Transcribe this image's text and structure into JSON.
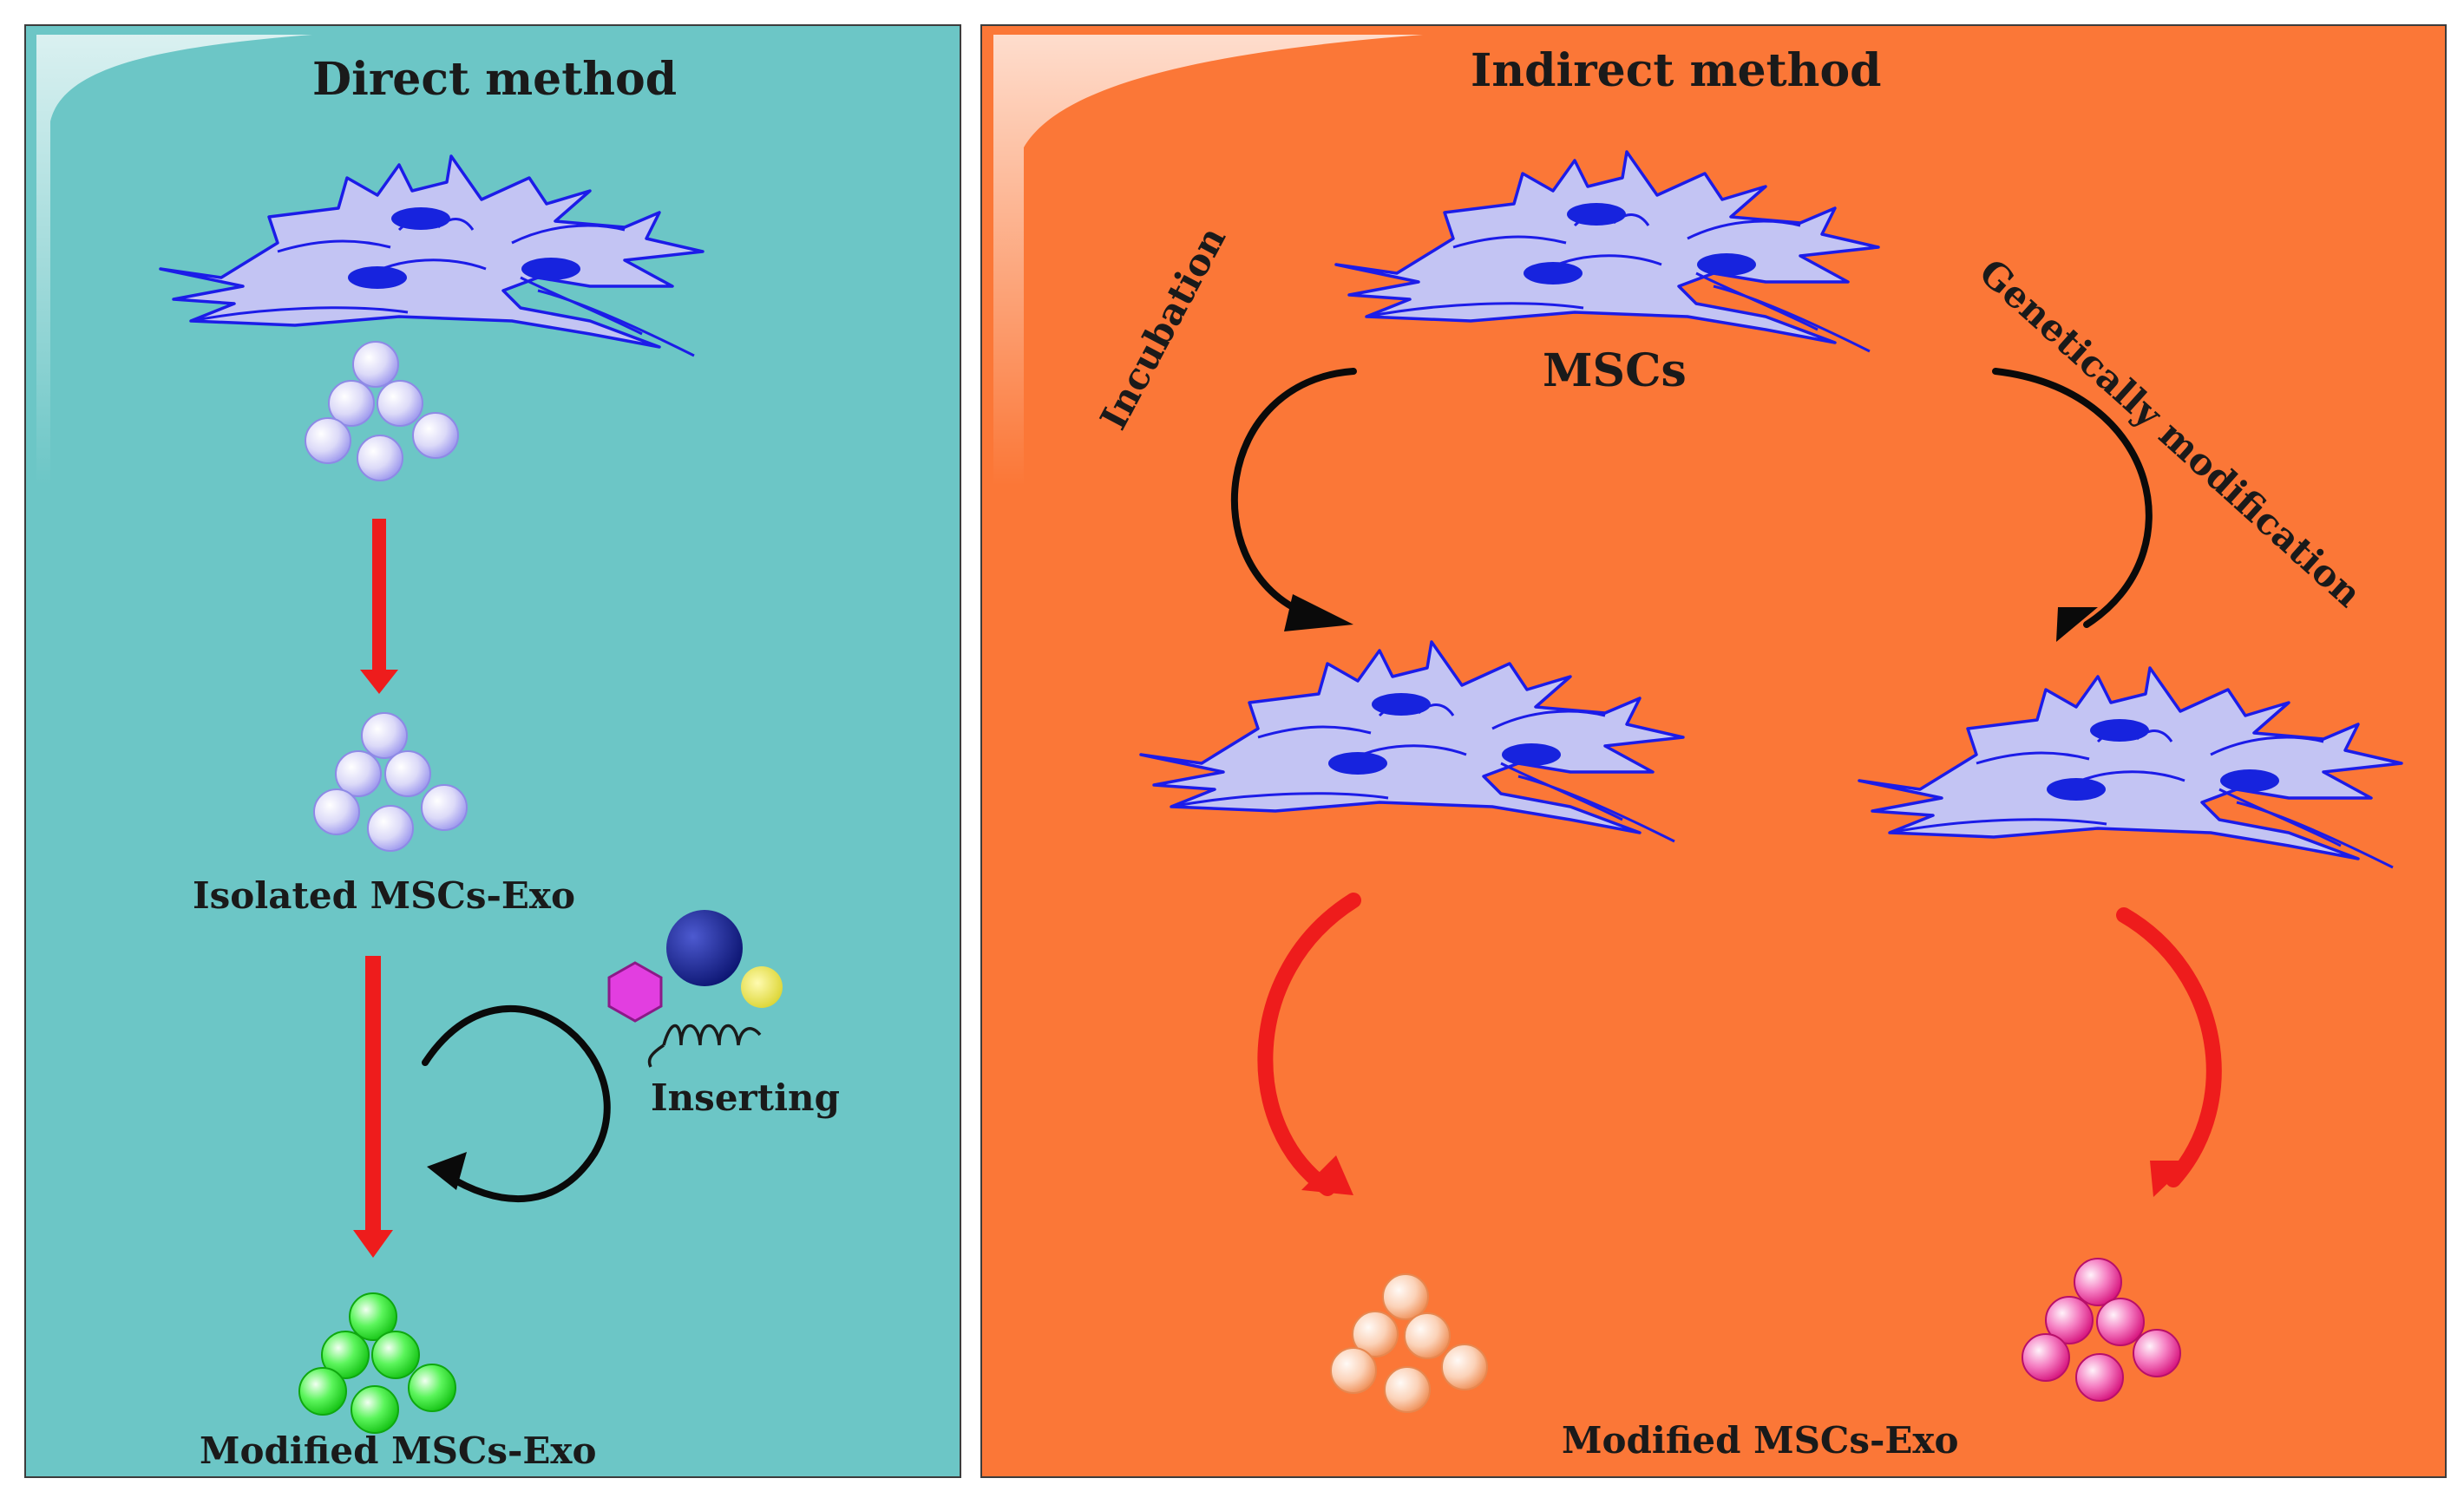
{
  "colors": {
    "direct_panel": "#6cc6c6",
    "indirect_panel": "#fb7737",
    "cell_fill": "#c3c4f3",
    "cell_stroke": "#1c1ce8",
    "nucleus": "#1723de",
    "arrow_red": "#ee1c1c",
    "arrow_black": "#0a0a0a",
    "exo_lavender": "#b9b7f3",
    "exo_green": "#1fe81f",
    "exo_orange": "#f6a170",
    "exo_pink": "#ec2a97",
    "cargo_hexagon": "#e23ee0",
    "cargo_sphere_blue": "#18259a",
    "cargo_sphere_yellow": "#e6e23a"
  },
  "direct": {
    "title": "Direct method",
    "isolated_label": "Isolated MSCs-Exo",
    "inserting_label": "Inserting",
    "modified_label": "Modified MSCs-Exo"
  },
  "indirect": {
    "title": "Indirect method",
    "mscs_label": "MSCs",
    "incubation_label": "Incubation",
    "genetic_label": "Genetically modification",
    "modified_label": "Modified MSCs-Exo"
  }
}
